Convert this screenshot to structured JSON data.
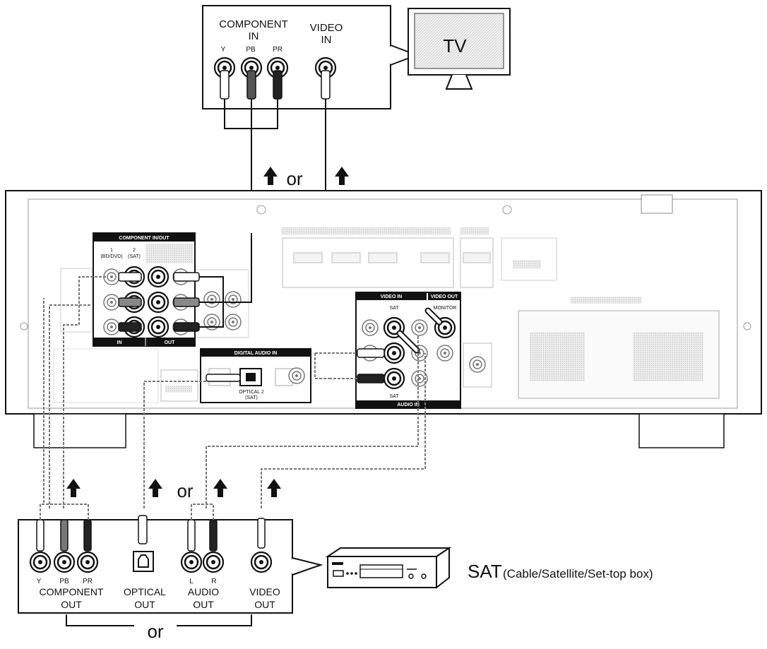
{
  "tv": {
    "component_in_line1": "COMPONENT",
    "component_in_line2": "IN",
    "video_in_line1": "VIDEO",
    "video_in_line2": "IN",
    "jack_y": "Y",
    "jack_pb": "PB",
    "jack_pr": "PR",
    "screen_text": "TV"
  },
  "arrows": {
    "or_top": "or",
    "or_middle": "or",
    "or_bottom": "or"
  },
  "receiver": {
    "component_panel": "COMPONENT IN/OUT",
    "comp_col1_line1": "1",
    "comp_col1_line2": "(BD/DVD)",
    "comp_col2_line1": "2",
    "comp_col2_line2": "(SAT)",
    "comp_in": "IN",
    "comp_out": "OUT",
    "digital_panel": "DIGITAL AUDIO IN",
    "optical2_line1": "OPTICAL 2",
    "optical2_line2": "(SAT)",
    "video_in_panel": "VIDEO IN",
    "video_out_panel": "VIDEO OUT",
    "sat_label": "SAT",
    "monitor_label": "MONITOR",
    "audio_sat_label": "SAT",
    "audio_panel": "AUDIO IN"
  },
  "sat_box": {
    "jack_y": "Y",
    "jack_pb": "PB",
    "jack_pr": "PR",
    "jack_l": "L",
    "jack_r": "R",
    "component_out_line1": "COMPONENT",
    "component_out_line2": "OUT",
    "optical_out_line1": "OPTICAL",
    "optical_out_line2": "OUT",
    "audio_out_line1": "AUDIO",
    "audio_out_line2": "OUT",
    "video_out_line1": "VIDEO",
    "video_out_line2": "OUT",
    "device_title": "SAT",
    "device_subtitle": "(Cable/Satellite/Set-top box)"
  }
}
